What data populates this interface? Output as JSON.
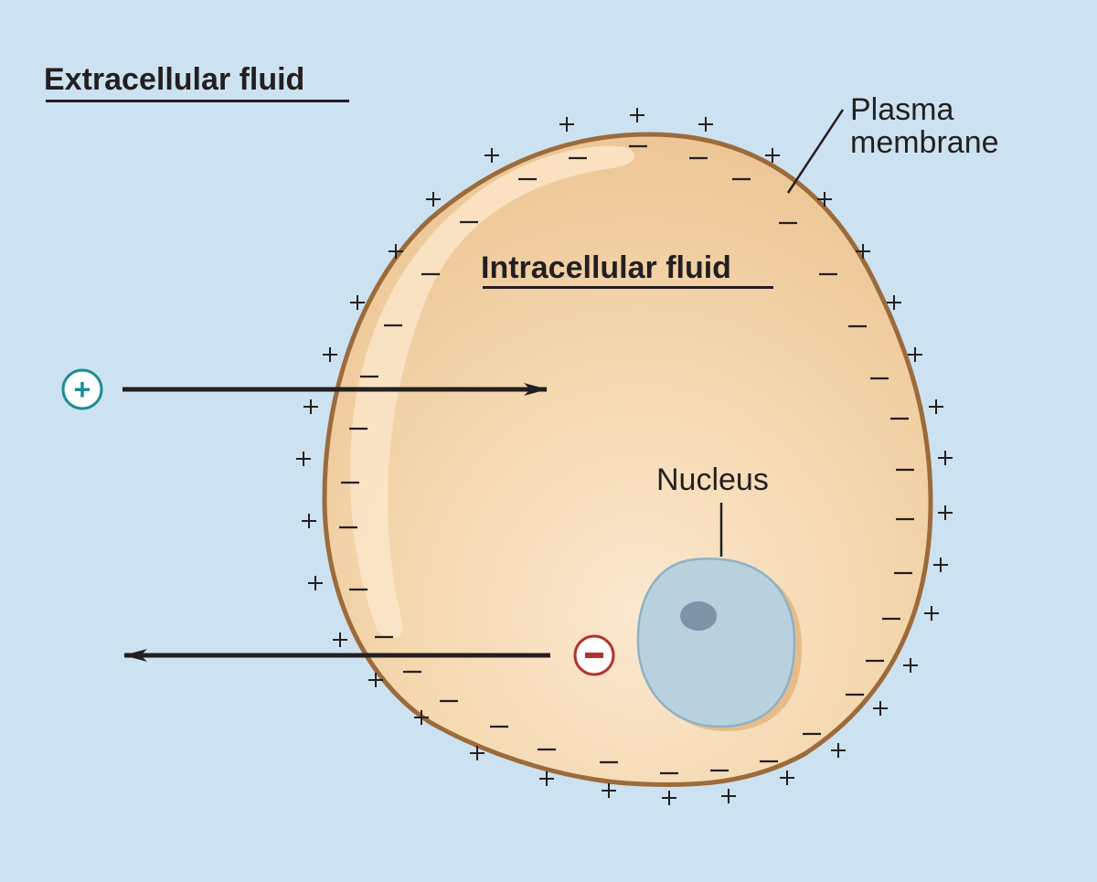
{
  "labels": {
    "extracellular": "Extracellular fluid",
    "intracellular": "Intracellular fluid",
    "plasma_membrane_line1": "Plasma",
    "plasma_membrane_line2": "membrane",
    "nucleus": "Nucleus"
  },
  "ions": {
    "positive_symbol": "+",
    "negative_symbol": "−",
    "positive_direction": "into the cell",
    "negative_direction": "out of the cell"
  },
  "colors": {
    "background": "#cde2f1",
    "cytoplasm": "#efcb9b",
    "membrane": "#9c6b3b",
    "nucleus": "#b9d0dd",
    "nucleolus": "#7e93a6",
    "positive_ion": "#1c8d94",
    "negative_ion": "#b2332e",
    "text": "#231f20"
  }
}
